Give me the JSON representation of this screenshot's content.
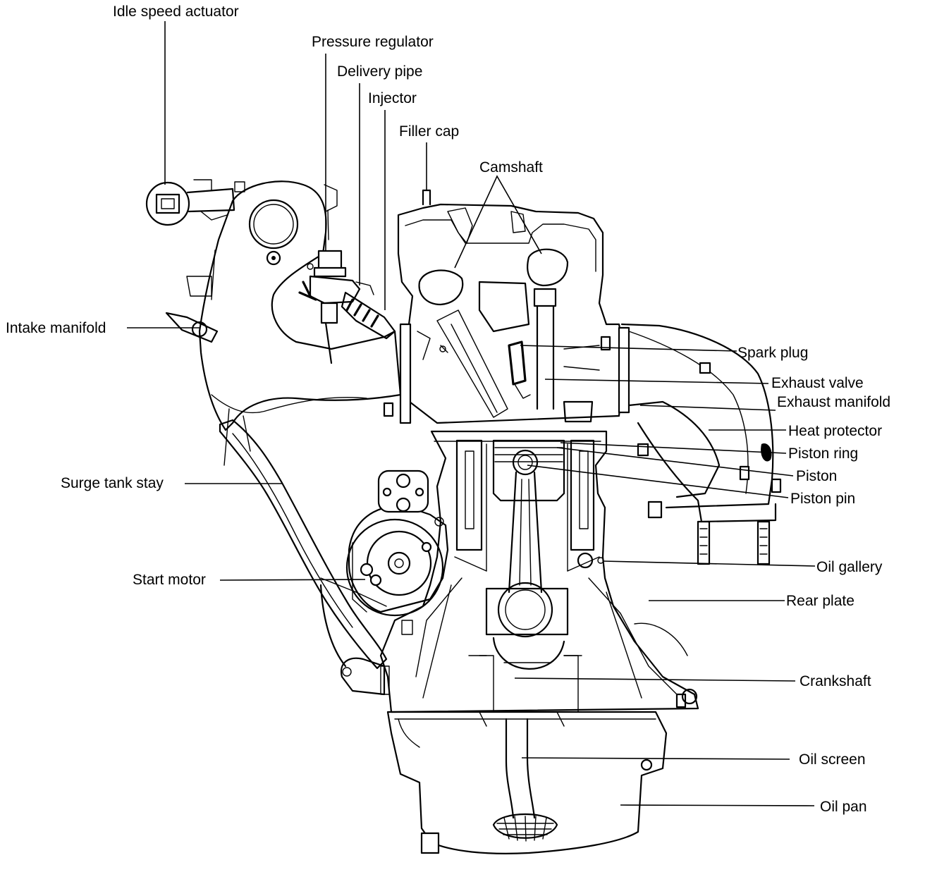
{
  "labels": {
    "idle_speed_actuator": "Idle speed actuator",
    "pressure_regulator": "Pressure regulator",
    "delivery_pipe": "Delivery pipe",
    "injector": "Injector",
    "filler_cap": "Filler cap",
    "camshaft": "Camshaft",
    "intake_manifold": "Intake manifold",
    "spark_plug": "Spark plug",
    "exhaust_valve": "Exhaust valve",
    "exhaust_manifold": "Exhaust manifold",
    "heat_protector": "Heat protector",
    "piston_ring": "Piston ring",
    "piston": "Piston",
    "piston_pin": "Piston pin",
    "surge_tank_stay": "Surge tank stay",
    "oil_gallery": "Oil gallery",
    "start_motor": "Start motor",
    "rear_plate": "Rear plate",
    "crankshaft": "Crankshaft",
    "oil_screen": "Oil screen",
    "oil_pan": "Oil pan"
  }
}
